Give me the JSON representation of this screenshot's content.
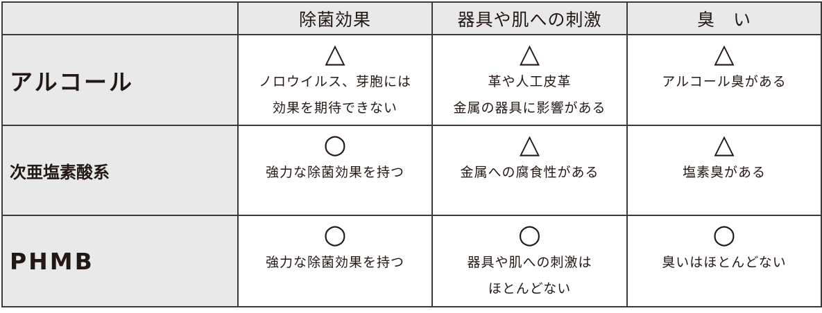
{
  "headers": [
    "",
    "除菌効果",
    "器具や肌への刺激",
    "臭　い"
  ],
  "rows": [
    {
      "label": "アルコール",
      "cells": [
        {
          "mark": "△",
          "lines": [
            "ノロウイルス、芽胞には",
            "効果を期待できない"
          ]
        },
        {
          "mark": "△",
          "lines": [
            "革や人工皮革",
            "金属の器具に影響がある"
          ]
        },
        {
          "mark": "△",
          "lines": [
            "アルコール臭がある"
          ]
        }
      ]
    },
    {
      "label": "次亜塩素酸系",
      "cells": [
        {
          "mark": "○",
          "lines": [
            "強力な除菌効果を持つ"
          ]
        },
        {
          "mark": "△",
          "lines": [
            "金属への腐食性がある"
          ]
        },
        {
          "mark": "△",
          "lines": [
            "塩素臭がある"
          ]
        }
      ]
    },
    {
      "label": "PHMB",
      "cells": [
        {
          "mark": "○",
          "lines": [
            "強力な除菌効果を持つ"
          ]
        },
        {
          "mark": "○",
          "lines": [
            "器具や肌への刺激は",
            "ほとんどない"
          ]
        },
        {
          "mark": "○",
          "lines": [
            "臭いはほとんどない"
          ]
        }
      ]
    }
  ]
}
